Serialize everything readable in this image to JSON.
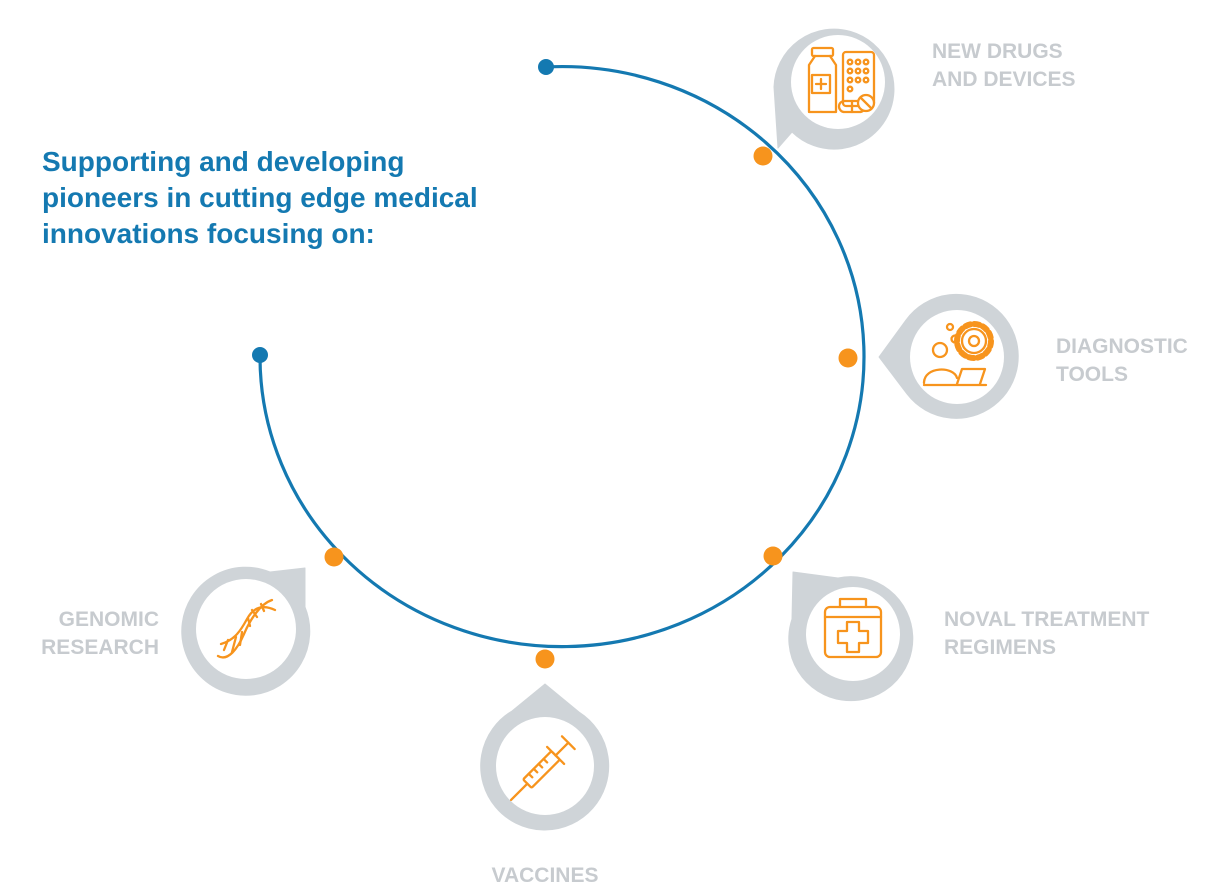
{
  "headline": {
    "lines": [
      "Supporting and developing",
      "pioneers in cutting edge medical",
      "innovations focusing on:"
    ]
  },
  "focus_areas": [
    {
      "icon": "medicine-bottle-pills-icon",
      "lines": [
        "NEW DRUGS",
        "AND DEVICES"
      ]
    },
    {
      "icon": "researcher-gear-laptop-icon",
      "lines": [
        "DIAGNOSTIC",
        "TOOLS"
      ]
    },
    {
      "icon": "first-aid-kit-icon",
      "lines": [
        "NOVAL TREATMENT",
        "REGIMENS"
      ]
    },
    {
      "icon": "syringe-icon",
      "lines": [
        "VACCINES"
      ]
    },
    {
      "icon": "dna-helix-icon",
      "lines": [
        "GENOMIC",
        "RESEARCH"
      ]
    }
  ],
  "colors": {
    "headline": "#1479b1",
    "arc": "#1479b1",
    "endpoint_dot": "#1479b1",
    "node_dot": "#f7941d",
    "icon": "#f7941d",
    "bubble_ring": "#cfd4d8",
    "label": "#c7cbcf"
  }
}
